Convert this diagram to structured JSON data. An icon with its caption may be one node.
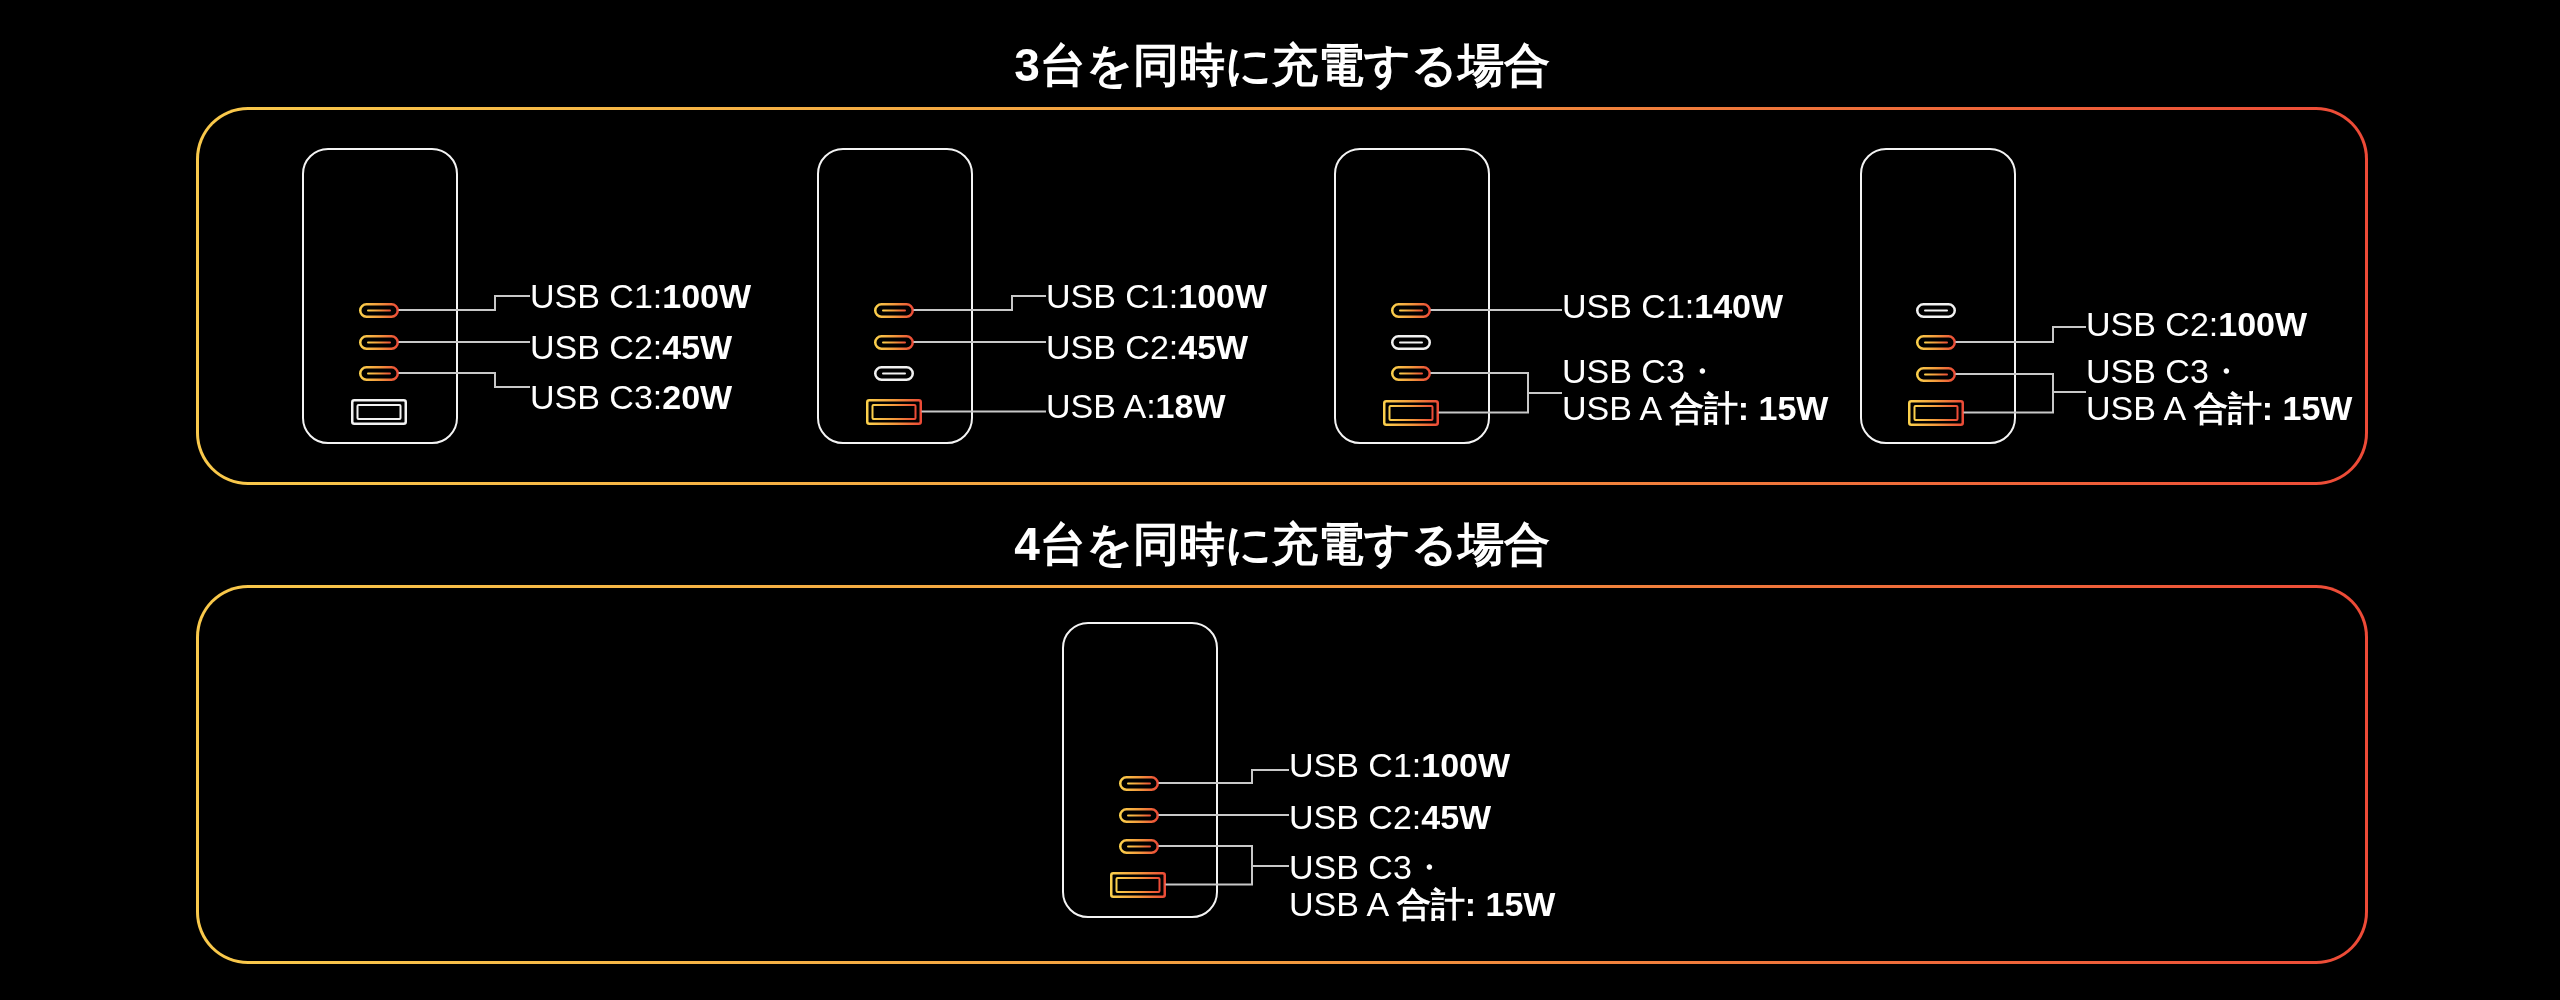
{
  "diagram": {
    "nodes": [
      {
        "text": [
          "3台を同時に充電する場合"
        ]
      },
      {
        "text": [],
        "shape": "box",
        "in": 0
      },
      {
        "text": [],
        "shape": "box",
        "in": 1
      },
      {
        "text": [],
        "shape": "box",
        "in": 1
      },
      {
        "text": [],
        "shape": "box",
        "in": 1
      },
      {
        "text": [],
        "shape": "box",
        "in": 1
      },
      {
        "text": [
          "USB C1:**100W**"
        ],
        "in": 0
      },
      {
        "text": [
          "USB C2:**45W**"
        ],
        "in": 0
      },
      {
        "text": [
          "USB C3:**20W**"
        ],
        "in": 0
      },
      {
        "text": [],
        "shape": "box",
        "in": 0
      },
      {
        "text": [],
        "shape": "box",
        "in": 9
      },
      {
        "text": [],
        "shape": "box",
        "in": 9
      },
      {
        "text": [],
        "shape": "box",
        "in": 9
      },
      {
        "text": [],
        "shape": "box",
        "in": 9
      },
      {
        "text": [
          "USB C1:**100W**"
        ],
        "in": 0
      },
      {
        "text": [
          "USB C2:**45W**"
        ],
        "in": 0
      },
      {
        "text": [
          "USB A:**18W**"
        ],
        "in": 0
      },
      {
        "text": [],
        "shape": "box",
        "in": 0
      },
      {
        "text": [],
        "shape": "box",
        "in": 17
      },
      {
        "text": [],
        "shape": "box",
        "in": 17
      },
      {
        "text": [],
        "shape": "box",
        "in": 17
      },
      {
        "text": [],
        "shape": "box",
        "in": 17
      },
      {
        "text": [
          "USB C1:**140W**"
        ],
        "in": 0
      },
      {
        "text": [
          "USB C3・ USB A **合計: 15W**"
        ],
        "in": 0
      },
      {
        "text": [],
        "shape": "box",
        "in": 0
      },
      {
        "text": [],
        "shape": "box",
        "in": 24
      },
      {
        "text": [],
        "shape": "box",
        "in": 24
      },
      {
        "text": [],
        "shape": "box",
        "in": 24
      },
      {
        "text": [],
        "shape": "box",
        "in": 24
      },
      {
        "text": [
          "USB C2:**100W**"
        ],
        "in": 0
      },
      {
        "text": [
          "USB C3・ USB A **合計: 15W**"
        ],
        "in": 0
      },
      {
        "text": [
          "4台を同時に充電する場合"
        ]
      },
      {
        "text": [],
        "shape": "box",
        "in": 31
      },
      {
        "text": [],
        "shape": "box",
        "in": 32
      },
      {
        "text": [],
        "shape": "box",
        "in": 32
      },
      {
        "text": [],
        "shape": "box",
        "in": 32
      },
      {
        "text": [],
        "shape": "box",
        "in": 32
      },
      {
        "text": [
          "USB C1:**100W**"
        ],
        "in": 31
      },
      {
        "text": [
          "USB C2:**45W**"
        ],
        "in": 31
      },
      {
        "text": [
          "USB C3・ USB A **合計: 15W**"
        ],
        "in": 31
      }
    ],
    "edges": [
      {
        "from": 6,
        "to": 2,
        "arrow": "none"
      },
      {
        "from": 7,
        "to": 3,
        "arrow": "none"
      },
      {
        "from": 8,
        "to": 4,
        "arrow": "none"
      },
      {
        "from": 14,
        "to": 10,
        "arrow": "none"
      },
      {
        "from": 15,
        "to": 11,
        "arrow": "none"
      },
      {
        "from": 16,
        "to": 13,
        "arrow": "none"
      },
      {
        "from": 22,
        "to": 18,
        "arrow": "none"
      },
      {
        "from": 23,
        "to": 20,
        "arrow": "none"
      },
      {
        "from": 23,
        "to": 21,
        "arrow": "none"
      },
      {
        "from": 29,
        "to": 26,
        "arrow": "none"
      },
      {
        "from": 30,
        "to": 27,
        "arrow": "none"
      },
      {
        "from": 30,
        "to": 28,
        "arrow": "none"
      },
      {
        "from": 37,
        "to": 33,
        "arrow": "none"
      },
      {
        "from": 38,
        "to": 34,
        "arrow": "none"
      },
      {
        "from": 39,
        "to": 35,
        "arrow": "none"
      },
      {
        "from": 39,
        "to": 36,
        "arrow": "none"
      }
    ]
  }
}
